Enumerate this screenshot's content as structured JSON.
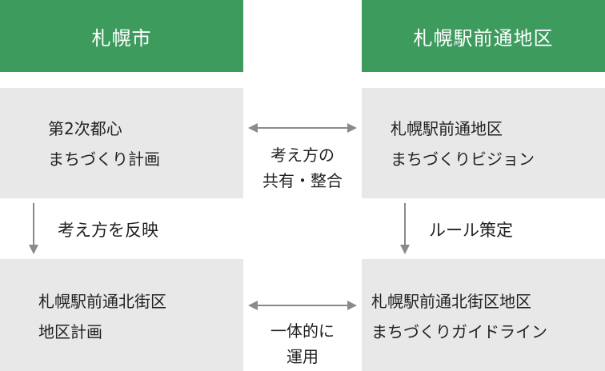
{
  "colors": {
    "header_bg": "#3d9b5e",
    "box_bg": "#e8e8e8",
    "arrow": "#8a8a8a"
  },
  "headers": {
    "left": "札幌市",
    "right": "札幌駅前通地区"
  },
  "left_top": {
    "line1": "第2次都心",
    "line2": "まちづくり計画"
  },
  "right_top": {
    "line1": "札幌駅前通地区",
    "line2": "まちづくりビジョン"
  },
  "left_bottom": {
    "line1": "札幌駅前通北街区",
    "line2": "地区計画"
  },
  "right_bottom": {
    "line1": "札幌駅前通北街区地区",
    "line2": "まちづくりガイドライン"
  },
  "middle_top": {
    "line1": "考え方の",
    "line2": "共有・整合"
  },
  "middle_bottom": {
    "line1": "一体的に",
    "line2": "運用"
  },
  "left_flow_label": "考え方を反映",
  "right_flow_label": "ルール策定"
}
